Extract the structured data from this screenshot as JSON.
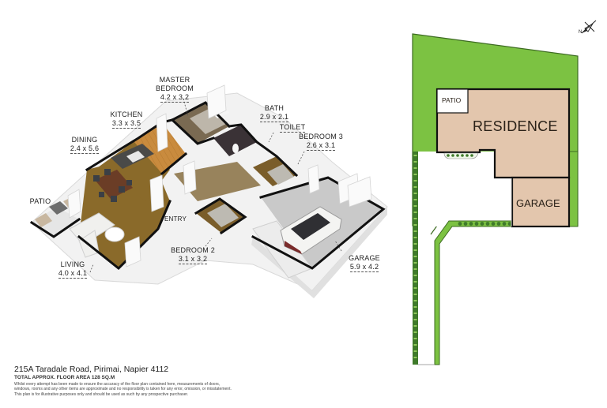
{
  "floorplan": {
    "rooms": [
      {
        "id": "master-bedroom",
        "name": "MASTER\nBEDROOM",
        "name_line1": "MASTER",
        "name_line2": "BEDROOM",
        "dims": "4.2 x 3.2"
      },
      {
        "id": "kitchen",
        "name": "KITCHEN",
        "dims": "3.3 x 3.5"
      },
      {
        "id": "dining",
        "name": "DINING",
        "dims": "2.4 x 5.6"
      },
      {
        "id": "bath",
        "name": "BATH",
        "dims": "2.9 x 2.1"
      },
      {
        "id": "toilet",
        "name": "TOILET",
        "dims": ""
      },
      {
        "id": "bedroom-3",
        "name": "BEDROOM 3",
        "dims": "2.6 x 3.1"
      },
      {
        "id": "patio",
        "name": "PATIO",
        "dims": ""
      },
      {
        "id": "entry",
        "name": "ENTRY",
        "dims": ""
      },
      {
        "id": "living",
        "name": "LIVING",
        "dims": "4.0 x 4.1"
      },
      {
        "id": "bedroom-2",
        "name": "BEDROOM 2",
        "dims": "3.1 x 3.2"
      },
      {
        "id": "garage",
        "name": "GARAGE",
        "dims": "5.9 x 4.2"
      }
    ]
  },
  "siteplan": {
    "labels": {
      "patio": "PATIO",
      "residence": "RESIDENCE",
      "garage": "GARAGE"
    },
    "compass": {
      "label": "N"
    },
    "colors": {
      "lawn": "#7cc242",
      "lawn_edge": "#3d6b22",
      "building": "#e3c6ad",
      "outline": "#111111",
      "hedge": "#3f7a2a"
    }
  },
  "footer": {
    "address": "215A Taradale Road, Pirimai, Napier 4112",
    "floor_area": "TOTAL APPROX. FLOOR AREA 128 SQ.M",
    "disclaimer_1": "Whilst every attempt has been made to ensure the accuracy of the floor plan contained here, measurements of doors,",
    "disclaimer_2": "windows, rooms and any other items are approximate and no responsibility is taken for any error, omission, or misstatement.",
    "disclaimer_3": "This plan is for illustrative purposes only and should be used as such by any prospective purchaser."
  }
}
